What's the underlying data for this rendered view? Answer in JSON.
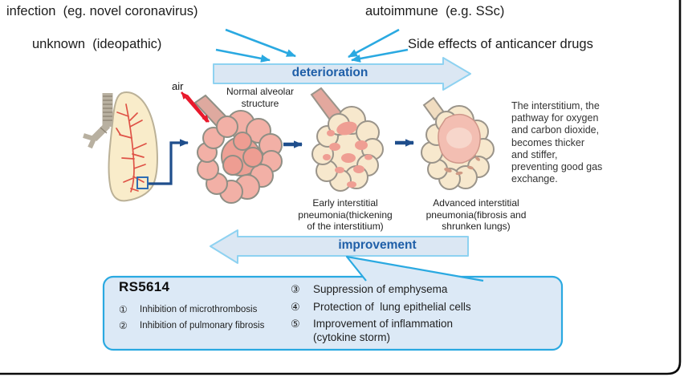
{
  "slide": {
    "causes": {
      "infection": "infection  (eg. novel coronavirus)",
      "unknown": "unknown  (ideopathic)",
      "autoimmune": "autoimmune  (e.g. SSc)",
      "anticancer": "Side effects of anticancer drugs"
    },
    "flow": {
      "deterioration": "deterioration",
      "improvement": "improvement"
    },
    "diagram": {
      "air": "air",
      "normal_caption": "Normal alveolar\nstructure",
      "early_caption": "Early interstitial\npneumonia(thickening\nof the interstitium)",
      "advanced_caption": "Advanced interstitial\npneumonia(fibrosis and\nshrunken lungs)",
      "note": "The interstitium, the\npathway for oxygen\nand carbon dioxide,\nbecomes thicker\nand stiffer,\npreventing good gas\nexchange."
    },
    "rs5614": {
      "title": "RS5614",
      "left_items": [
        {
          "num": "①",
          "text": "Inhibition of microthrombosis"
        },
        {
          "num": "②",
          "text": "Inhibition of pulmonary fibrosis"
        }
      ],
      "right_items": [
        {
          "num": "③",
          "text": "Suppression of emphysema"
        },
        {
          "num": "④",
          "text": "Protection of  lung epithelial cells"
        },
        {
          "num": "⑤",
          "text": "Improvement of inflammation\n(cytokine storm)"
        }
      ]
    },
    "colors": {
      "accent_cyan": "#2AA9E1",
      "block_arrow_fill": "#DBE7F3",
      "block_arrow_stroke": "#8ED2F1",
      "block_arrow_text": "#1F5FA8",
      "navy_arrow": "#1F4E8C",
      "red_arrow": "#E8192C",
      "callout_fill": "#DCE9F6",
      "callout_border": "#2AA9E1",
      "frame_black": "#0B0B0B"
    }
  }
}
